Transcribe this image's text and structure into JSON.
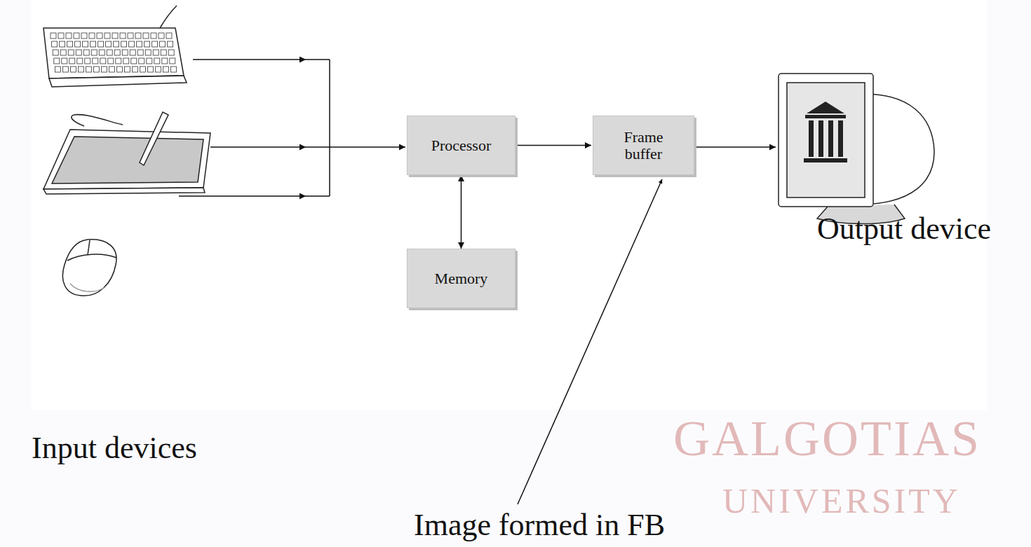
{
  "diagram": {
    "nodes": [
      {
        "text": [
          "Processor"
        ]
      },
      {
        "text": [
          "Frame buffer"
        ]
      },
      {
        "text": [
          "Memory"
        ]
      }
    ],
    "edges": [
      {
        "from": 0,
        "to": 1,
        "arrow": "to"
      },
      {
        "from": 0,
        "to": 2,
        "arrow": "both"
      }
    ],
    "labels": [
      "Output device",
      "Input devices",
      "Image formed in FB",
      "GALGOTIAS",
      "UNIVERSITY"
    ]
  }
}
